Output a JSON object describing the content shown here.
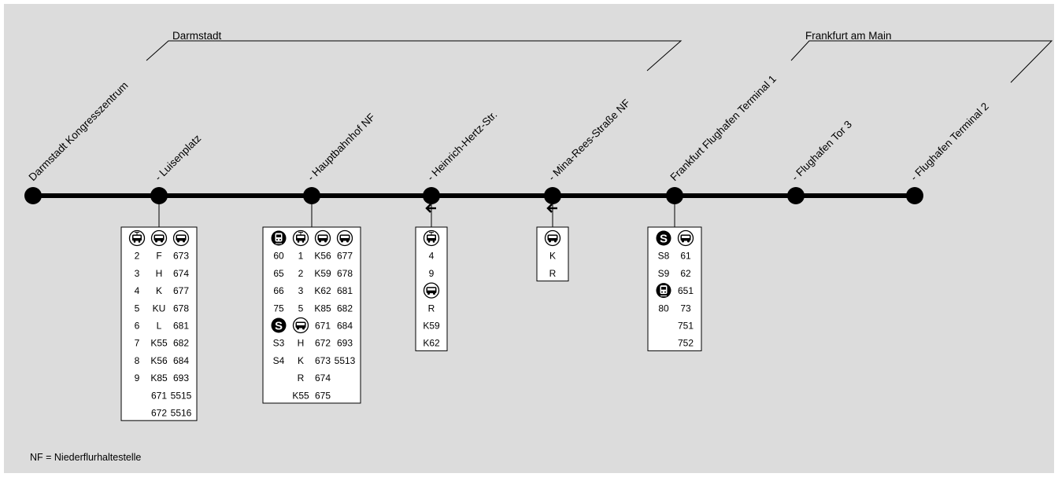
{
  "cities": [
    {
      "name": "Darmstadt"
    },
    {
      "name": "Frankfurt am Main"
    }
  ],
  "stops": [
    {
      "label": "Darmstadt Kongresszentrum"
    },
    {
      "label": "- Luisenplatz"
    },
    {
      "label": "- Hauptbahnhof NF"
    },
    {
      "label": "- Heinrich-Hertz-Str."
    },
    {
      "label": "- Mina-Rees-Straße NF"
    },
    {
      "label": "Frankfurt Flughafen Terminal 1"
    },
    {
      "label": "- Flughafen Tor 3"
    },
    {
      "label": "- Flughafen Terminal 2"
    }
  ],
  "boxes": [
    {
      "stop_index": 1,
      "direction_arrow": "",
      "columns": [
        {
          "items": [
            {
              "icon": "tram-icon"
            },
            {
              "text": "2"
            },
            {
              "text": "3"
            },
            {
              "text": "4"
            },
            {
              "text": "5"
            },
            {
              "text": "6"
            },
            {
              "text": "7"
            },
            {
              "text": "8"
            },
            {
              "text": "9"
            }
          ]
        },
        {
          "items": [
            {
              "icon": "bus-icon"
            },
            {
              "text": "F"
            },
            {
              "text": "H"
            },
            {
              "text": "K"
            },
            {
              "text": "KU"
            },
            {
              "text": "L"
            },
            {
              "text": "K55"
            },
            {
              "text": "K56"
            },
            {
              "text": "K85"
            },
            {
              "text": "671"
            },
            {
              "text": "672"
            }
          ]
        },
        {
          "items": [
            {
              "icon": "bus-icon"
            },
            {
              "text": "673"
            },
            {
              "text": "674"
            },
            {
              "text": "677"
            },
            {
              "text": "678"
            },
            {
              "text": "681"
            },
            {
              "text": "682"
            },
            {
              "text": "684"
            },
            {
              "text": "693"
            },
            {
              "text": "5515"
            },
            {
              "text": "5516"
            }
          ]
        }
      ]
    },
    {
      "stop_index": 2,
      "direction_arrow": "",
      "columns": [
        {
          "items": [
            {
              "icon": "train-icon"
            },
            {
              "text": "60"
            },
            {
              "text": "65"
            },
            {
              "text": "66"
            },
            {
              "text": "75"
            },
            {
              "icon": "sbahn-icon"
            },
            {
              "text": "S3"
            },
            {
              "text": "S4"
            }
          ]
        },
        {
          "items": [
            {
              "icon": "tram-icon"
            },
            {
              "text": "1"
            },
            {
              "text": "2"
            },
            {
              "text": "3"
            },
            {
              "text": "5"
            },
            {
              "icon": "bus-icon"
            },
            {
              "text": "H"
            },
            {
              "text": "K"
            },
            {
              "text": "R"
            },
            {
              "text": "K55"
            }
          ]
        },
        {
          "items": [
            {
              "icon": "bus-icon"
            },
            {
              "text": "K56"
            },
            {
              "text": "K59"
            },
            {
              "text": "K62"
            },
            {
              "text": "K85"
            },
            {
              "text": "671"
            },
            {
              "text": "672"
            },
            {
              "text": "673"
            },
            {
              "text": "674"
            },
            {
              "text": "675"
            }
          ]
        },
        {
          "items": [
            {
              "icon": "bus-icon"
            },
            {
              "text": "677"
            },
            {
              "text": "678"
            },
            {
              "text": "681"
            },
            {
              "text": "682"
            },
            {
              "text": "684"
            },
            {
              "text": "693"
            },
            {
              "text": "5513"
            }
          ]
        }
      ]
    },
    {
      "stop_index": 3,
      "direction_arrow": "←",
      "columns": [
        {
          "items": [
            {
              "icon": "tram-icon"
            },
            {
              "text": "4"
            },
            {
              "text": "9"
            },
            {
              "icon": "bus-icon"
            },
            {
              "text": "R"
            },
            {
              "text": "K59"
            },
            {
              "text": "K62"
            }
          ]
        }
      ]
    },
    {
      "stop_index": 4,
      "direction_arrow": "←",
      "columns": [
        {
          "items": [
            {
              "icon": "bus-icon"
            },
            {
              "text": "K"
            },
            {
              "text": "R"
            }
          ]
        }
      ]
    },
    {
      "stop_index": 5,
      "direction_arrow": "",
      "columns": [
        {
          "items": [
            {
              "icon": "sbahn-icon"
            },
            {
              "text": "S8"
            },
            {
              "text": "S9"
            },
            {
              "icon": "train-icon"
            },
            {
              "text": "80"
            }
          ]
        },
        {
          "items": [
            {
              "icon": "bus-icon"
            },
            {
              "text": "61"
            },
            {
              "text": "62"
            },
            {
              "text": "651"
            },
            {
              "text": "73"
            },
            {
              "text": "751"
            },
            {
              "text": "752"
            }
          ]
        }
      ]
    }
  ],
  "footnote": "NF = Niederflurhaltestelle"
}
